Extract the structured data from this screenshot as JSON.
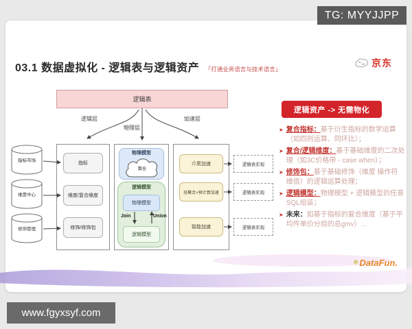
{
  "watermarks": {
    "top": "TG: MYYJJPP",
    "bottom": "www.fgyxsyf.com"
  },
  "header": {
    "title": "03.1 数据虚拟化 - 逻辑表与逻辑资产",
    "subtitle": "「打通业务语言与技术语言」",
    "logo_text": "京东"
  },
  "diagram": {
    "top_box_label": "逻辑表",
    "layers": [
      "逻辑层",
      "物理层",
      "加速层"
    ],
    "sources": [
      "指标市场",
      "维度中心",
      "修饰管理"
    ],
    "logical_items": [
      "指标",
      "维度/复合维度",
      "修饰/修饰包"
    ],
    "physical": {
      "outer_label": "物理模型",
      "cloud_label": "数仓"
    },
    "logical_model": {
      "outer_label": "逻辑模型",
      "physical_box": "物理模型",
      "logical_box": "逻辑模型",
      "join": "Join",
      "union": "Union"
    },
    "accel_items": [
      "介质加速",
      "轻聚合+预计算加速",
      "智能加速"
    ],
    "impl_labels": [
      "逻辑表实现",
      "逻辑表实现",
      "逻辑表实现"
    ]
  },
  "panel": {
    "badge": "逻辑资产 -> 无需物化",
    "bullets": [
      {
        "head": "复合指标：",
        "body": "基于衍生指标的数学运算（如四则运算、同环比）；"
      },
      {
        "head": "复合/逻辑维度：",
        "body": "基于基础维度的二次处理（如3C价格带 - case when）；"
      },
      {
        "head": "修饰包：",
        "body": "基于基础修饰（维度 操作符 维值）的逻辑运算处理；"
      },
      {
        "head": "逻辑模型：",
        "body": "物理模型 + 逻辑模型的任意SQL组装；"
      },
      {
        "head": "未来：",
        "body": "如基于指标的复合维度（基于平均件单价分组的总gmv）…"
      }
    ]
  },
  "footer": {
    "brand": "DataFun."
  },
  "colors": {
    "badge_red": "#d3242a",
    "pink_box": "#f7d6d5",
    "blue_box": "#dde9f8",
    "green_box": "#e1efdc",
    "yellow_box": "#fbf3d8",
    "bullet_head": "#c2342e",
    "bullet_body": "#cda49e",
    "jd_red": "#d7342c",
    "datafun_orange": "#e8882a"
  }
}
